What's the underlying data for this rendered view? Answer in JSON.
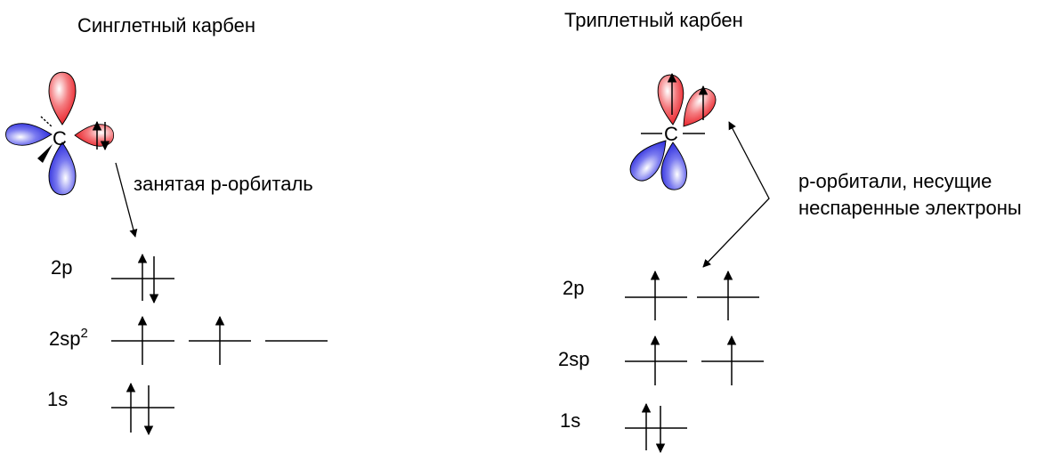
{
  "singlet": {
    "title": "Синглетный карбен",
    "atom": "C",
    "annotation": "занятая p-орбиталь",
    "levels": {
      "p": "2p",
      "sp_base": "2sp",
      "sp_sup": "2",
      "s": "1s"
    }
  },
  "triplet": {
    "title": "Триплетный карбен",
    "atom": "C",
    "annotation_line1": "p-орбитали, несущие",
    "annotation_line2": "неспаренные электроны",
    "levels": {
      "p": "2p",
      "sp": "2sp",
      "s": "1s"
    }
  },
  "colors": {
    "red_lobe": "#ee1c24",
    "blue_lobe": "#2323e0",
    "ink": "#000000"
  }
}
